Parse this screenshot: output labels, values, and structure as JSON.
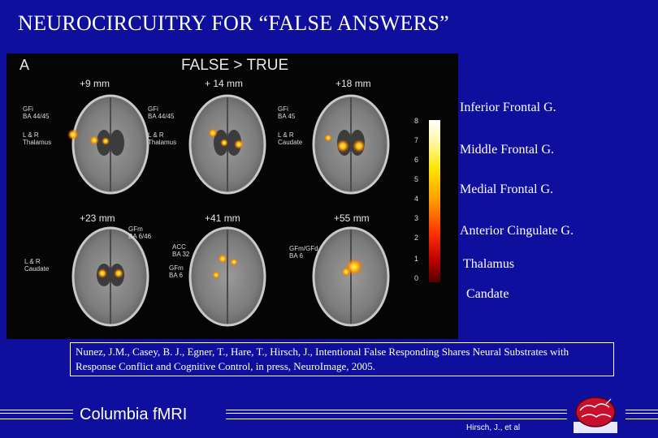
{
  "slide": {
    "title": "NEUROCIRCUITRY FOR “FALSE ANSWERS”",
    "figure": {
      "panel_letter": "A",
      "contrast": "FALSE > TRUE",
      "slices": [
        {
          "depth": "+9 mm",
          "labels": [
            "GFi\nBA 44/45",
            "L & R\nThalamus"
          ]
        },
        {
          "depth": "+ 14 mm",
          "labels": [
            "GFi\nBA 44/45",
            "L & R\nThalamus"
          ]
        },
        {
          "depth": "+18 mm",
          "labels": [
            "GFi\nBA 45",
            "L & R\nCaudate"
          ]
        },
        {
          "depth": "+23 mm",
          "labels": [
            "L & R\nCaudate"
          ]
        },
        {
          "depth": "+41 mm",
          "labels": [
            "GFm\nBA 6/46",
            "ACC\nBA 32",
            "GFm\nBA 6"
          ]
        },
        {
          "depth": "+55 mm",
          "labels": [
            "GFm/GFd\nBA 6"
          ]
        }
      ],
      "colorbar_ticks": [
        "8",
        "7",
        "6",
        "5",
        "4",
        "3",
        "2",
        "1",
        "0"
      ]
    },
    "regions": [
      "Inferior Frontal G.",
      "Middle Frontal G.",
      "Medial Frontal G.",
      "Anterior Cingulate G.",
      "Thalamus",
      "Candate"
    ],
    "citation": "Nunez, J.M., Casey, B. J., Egner, T., Hare, T., Hirsch, J., Intentional False Responding Shares Neural Substrates with Response Conflict and Cognitive Control, in press, NeuroImage, 2005.",
    "footer_brand": "Columbia  fMRI",
    "credit": "Hirsch, J., et al"
  }
}
